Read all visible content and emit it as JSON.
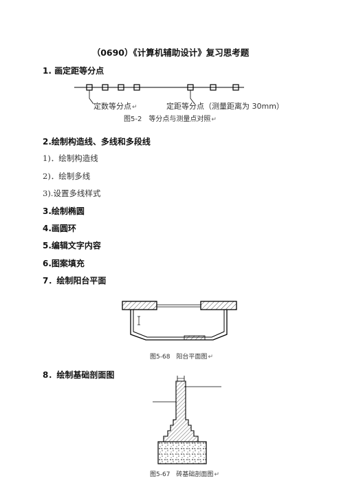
{
  "title": "（0690）《计算机辅助设计》复习思考题",
  "headings": {
    "h1": "1. 画定距等分点",
    "h2": "2.绘制构造线、多线和多段线",
    "h3": "3.绘制椭圆",
    "h4": "4.画圆环",
    "h5": "5.编辑文字内容",
    "h6": "6.图案填充",
    "h7": "7．绘制阳台平面",
    "h8": "8．绘制基础剖面图"
  },
  "subitems": [
    "1)．绘制构造线",
    "2)．绘制多线",
    "3).设置多线样式"
  ],
  "fig52": {
    "label_left": "定数等分点",
    "label_right": "定距等分点（测量距离为 30mm）",
    "caption": "图5-2　等分点与测量点对照"
  },
  "fig568": {
    "caption": "图5-68　阳台平面图"
  },
  "fig567": {
    "caption": "图5-67　砖基础剖面图"
  },
  "return_mark": "↵"
}
